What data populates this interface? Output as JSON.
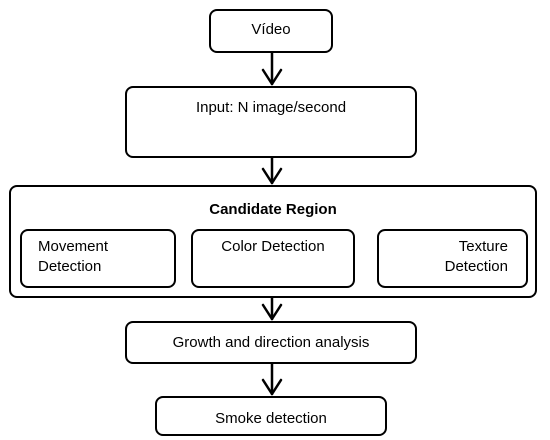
{
  "nodes": {
    "video": "Vídeo",
    "input": "Input:  N image/second",
    "candidate_region": {
      "title": "Candidate Region",
      "movement_line1": "Movement",
      "movement_line2": "Detection",
      "color": "Color Detection",
      "texture_line1": "Texture",
      "texture_line2": "Detection"
    },
    "growth": "Growth and direction  analysis",
    "smoke": "Smoke detection"
  },
  "colors": {
    "stroke": "#000000",
    "fill": "#ffffff"
  }
}
